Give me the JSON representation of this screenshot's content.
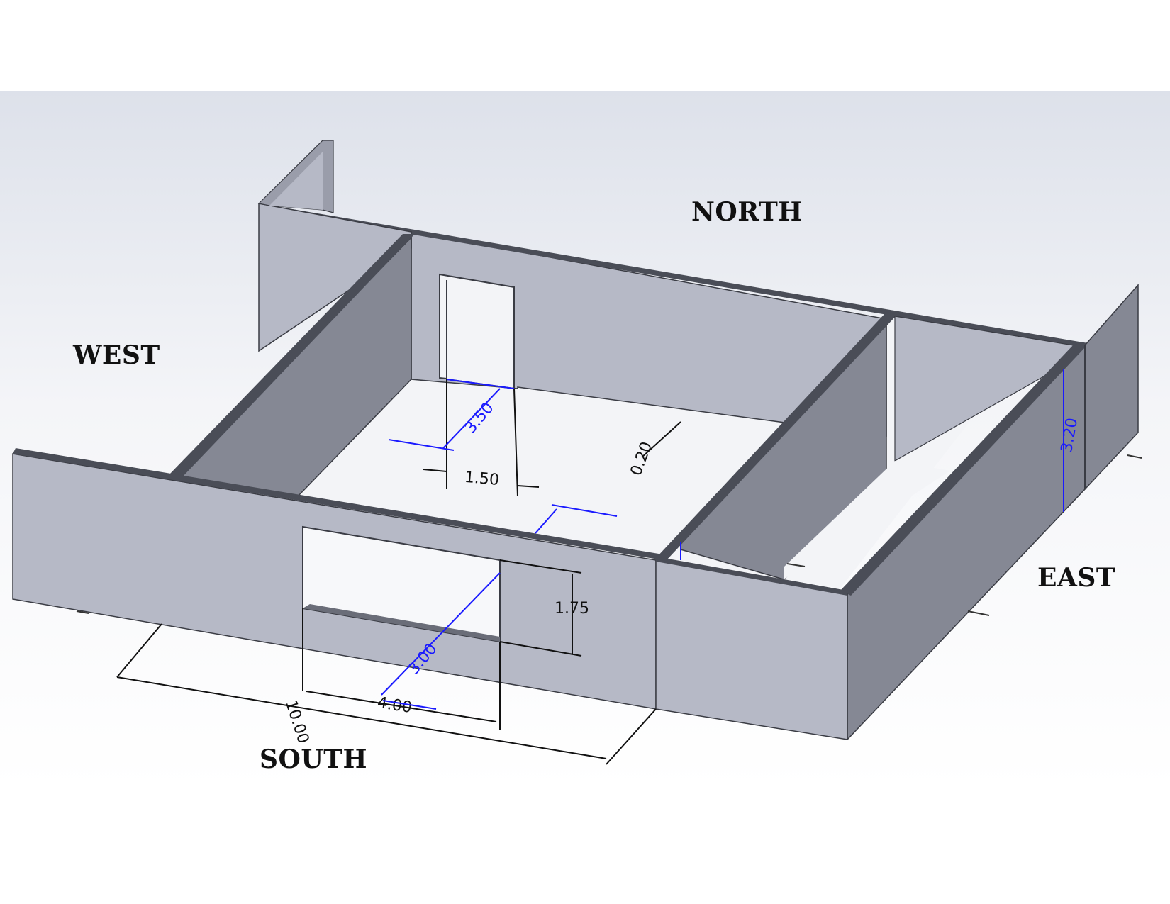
{
  "labels": {
    "north": "NORTH",
    "west": "WEST",
    "east": "EAST",
    "south": "SOUTH"
  },
  "dimensions": {
    "overall_width": "10.00",
    "window_width": "4.00",
    "window_height": "1.75",
    "window_offset": "3.00",
    "door_width": "1.50",
    "door_depth": "3.50",
    "wall_thickness": "0.20",
    "wall_height": "3.20"
  },
  "colors": {
    "background_top": "#dde1ea",
    "wall_light": "#b6b9c6",
    "wall_dark": "#858894",
    "wall_top": "#4a4d57",
    "floor": "#f3f4f7",
    "dimension_black": "#111111",
    "dimension_blue": "#1a1aff"
  }
}
